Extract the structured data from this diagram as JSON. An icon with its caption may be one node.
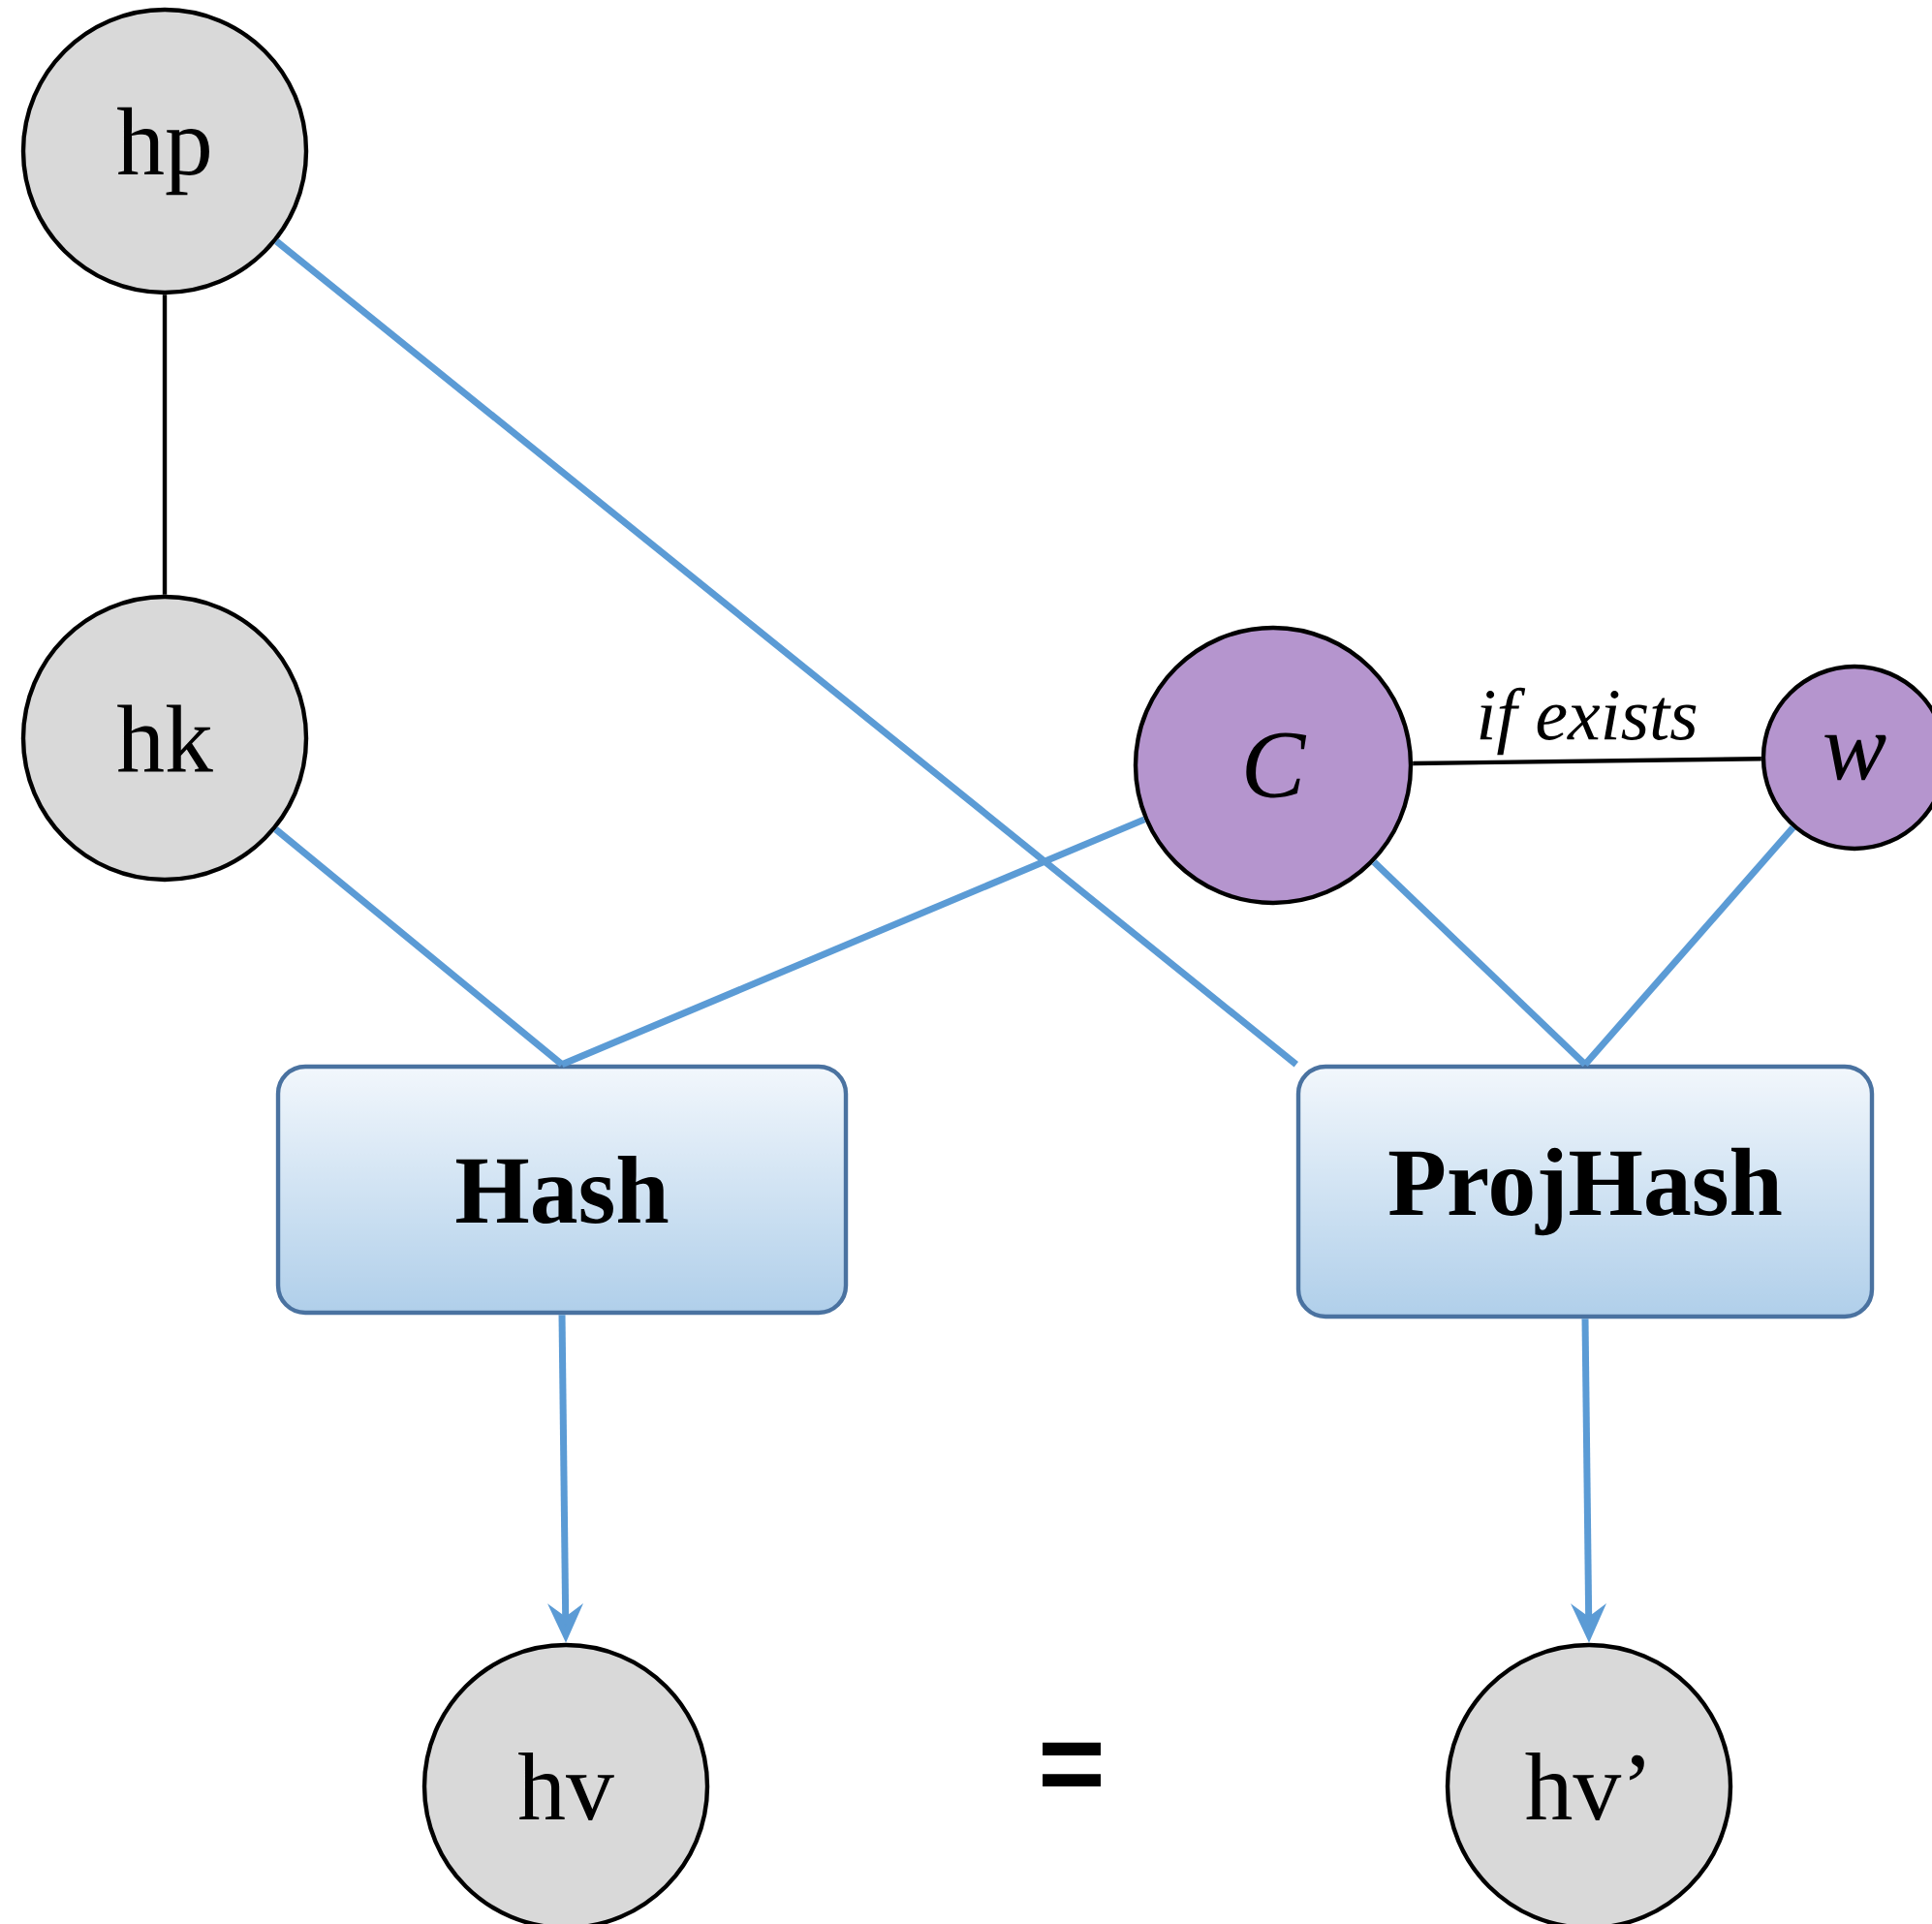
{
  "diagram": {
    "nodes": [
      {
        "text": [
          "hp"
        ]
      },
      {
        "text": [
          "hk"
        ]
      },
      {
        "text": [
          "C"
        ]
      },
      {
        "text": [
          "w"
        ]
      },
      {
        "text": [
          "Hash"
        ]
      },
      {
        "text": [
          "ProjHash"
        ]
      },
      {
        "text": [
          "hv"
        ]
      },
      {
        "text": [
          "hv’"
        ]
      }
    ],
    "edges": [
      {
        "from": 0,
        "to": 1,
        "arrow": "none",
        "color": "#000000"
      },
      {
        "from": 0,
        "to": 5,
        "arrow": "none"
      },
      {
        "from": 1,
        "to": 4,
        "arrow": "none"
      },
      {
        "from": 2,
        "to": 4,
        "arrow": "none"
      },
      {
        "from": 2,
        "to": 3,
        "arrow": "none",
        "label": "if exists",
        "color": "#000000"
      },
      {
        "from": 2,
        "to": 5,
        "arrow": "none"
      },
      {
        "from": 3,
        "to": 5,
        "arrow": "none"
      },
      {
        "from": 4,
        "to": 6,
        "arrow": "to"
      },
      {
        "from": 5,
        "to": 7,
        "arrow": "to"
      }
    ],
    "labels": [
      "="
    ]
  }
}
